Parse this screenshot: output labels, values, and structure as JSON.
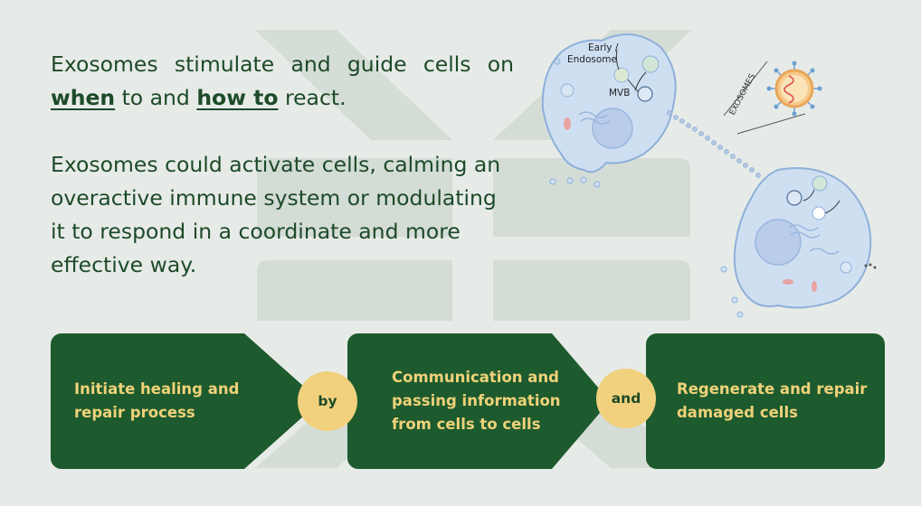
{
  "intro": {
    "line1": "Exosomes stimulate and guide cells on",
    "when": "when",
    "mid1": " to and ",
    "how": "how to",
    "end1": " react.",
    "paragraph2": "Exosomes could activate cells, calming an overactive immune system or modulating it to respond in a coordinate and more effective way."
  },
  "illustration": {
    "early_label_1": "Early /",
    "early_label_2": "Endosome",
    "mvb_label": "MVB",
    "exosomes_label": "EXOSOMES"
  },
  "flow": {
    "steps": [
      "Initiate healing and repair process",
      "Communication and passing information from cells to cells",
      "Regenerate and repair damaged cells"
    ],
    "connectors": [
      "by",
      "and"
    ]
  },
  "colors": {
    "background": "#e7ebe8",
    "block_green": "#1d5a2d",
    "accent_yellow": "#f2d17e",
    "text_dark_green": "#1d4a28"
  }
}
